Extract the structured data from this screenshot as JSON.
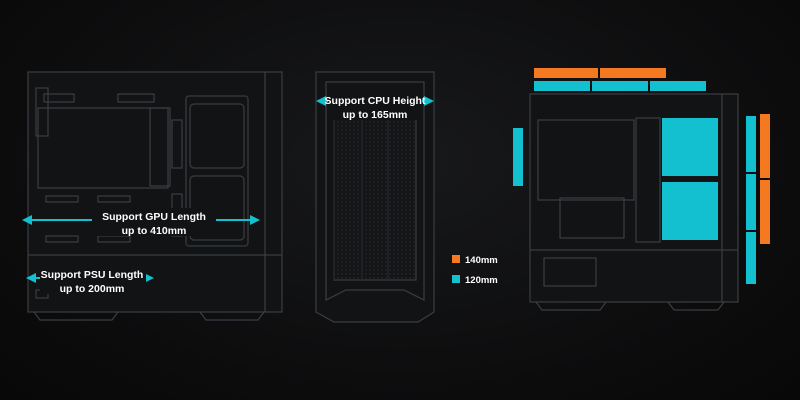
{
  "labels": {
    "gpu_line1": "Support GPU Length",
    "gpu_line2": "up to 410mm",
    "psu_line1": "Support PSU Length",
    "psu_line2": "up to 200mm",
    "cpu_line1": "Support CPU Height",
    "cpu_line2": "up to 165mm"
  },
  "legend": [
    {
      "size": "140mm",
      "color": "#f47920"
    },
    {
      "size": "120mm",
      "color": "#13c0d0"
    }
  ],
  "colors": {
    "accent_cyan": "#13c0d0",
    "accent_orange": "#f47920",
    "line": "#3a3d42",
    "background": "#0f0f10"
  }
}
